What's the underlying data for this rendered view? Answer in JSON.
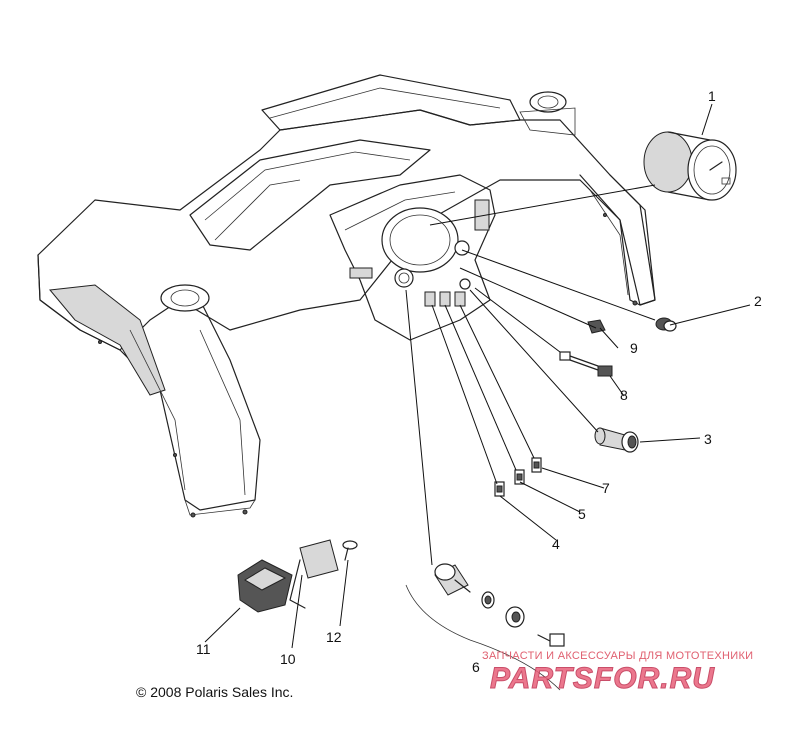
{
  "callouts": [
    {
      "id": "1",
      "label": "1"
    },
    {
      "id": "2",
      "label": "2"
    },
    {
      "id": "3",
      "label": "3"
    },
    {
      "id": "4",
      "label": "4"
    },
    {
      "id": "5",
      "label": "5"
    },
    {
      "id": "6",
      "label": "6"
    },
    {
      "id": "7",
      "label": "7"
    },
    {
      "id": "8",
      "label": "8"
    },
    {
      "id": "9",
      "label": "9"
    },
    {
      "id": "10",
      "label": "10"
    },
    {
      "id": "11",
      "label": "11"
    },
    {
      "id": "12",
      "label": "12"
    }
  ],
  "copyright": "© 2008 Polaris Sales Inc.",
  "watermark": {
    "subtitle": "ЗАПЧАСТИ И АКСЕССУАРЫ ДЛЯ МОТОТЕХНИКИ",
    "logo": "PARTSFOR.RU"
  }
}
